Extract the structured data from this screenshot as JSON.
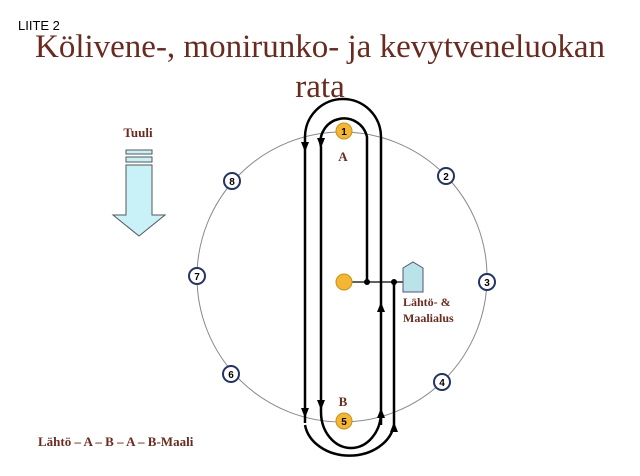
{
  "header": {
    "appendix": "LIITE 2",
    "title_line1": "Kölivene-, monirunko- ja  kevytveneluokan",
    "title_line2": "rata"
  },
  "wind": {
    "label": "Tuuli"
  },
  "marks": {
    "m1": "1",
    "m2": "2",
    "m3": "3",
    "m4": "4",
    "m5": "5",
    "m6": "6",
    "m7": "7",
    "m8": "8"
  },
  "labels": {
    "a": "A",
    "b": "B",
    "boat_line1": "Lähtö- &",
    "boat_line2": "Maalialus"
  },
  "course": "Lähtö – A – B – A – B-Maali",
  "colors": {
    "title": "#6b2a1e",
    "buoy": "#f5b731",
    "boat": "#b9e3e8",
    "arrow": "#c8f2f8"
  }
}
